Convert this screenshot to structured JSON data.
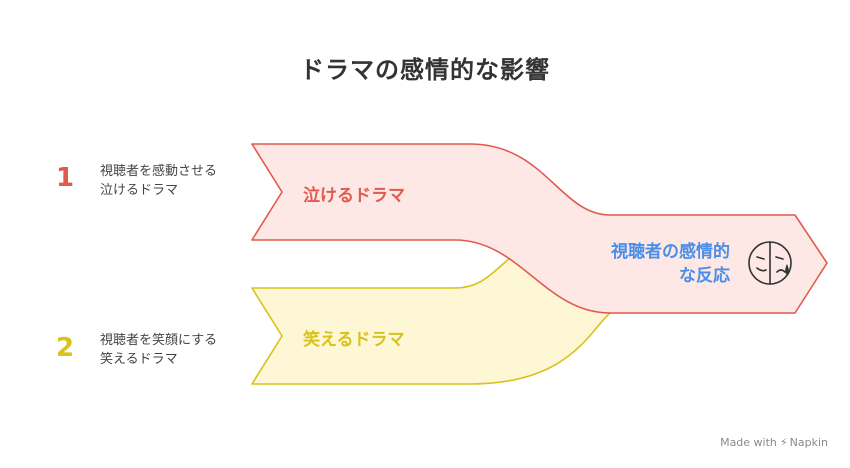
{
  "title": "ドラマの感情的な影響",
  "items": [
    {
      "number": "1",
      "desc_line1": "視聴者を感動させる",
      "desc_line2": "泣けるドラマ",
      "label": "泣けるドラマ",
      "color": "#e05a4e",
      "fill": "#fde8e6"
    },
    {
      "number": "2",
      "desc_line1": "視聴者を笑顔にする",
      "desc_line2": "笑えるドラマ",
      "label": "笑えるドラマ",
      "color": "#d9c21a",
      "fill": "#fdf7d6"
    }
  ],
  "outcome": {
    "line1": "視聴者の感情的",
    "line2": "な反応",
    "color": "#4a8ee8",
    "icon": "theater-mask-icon"
  },
  "watermark": {
    "prefix": "Made with",
    "brand": "Napkin"
  }
}
